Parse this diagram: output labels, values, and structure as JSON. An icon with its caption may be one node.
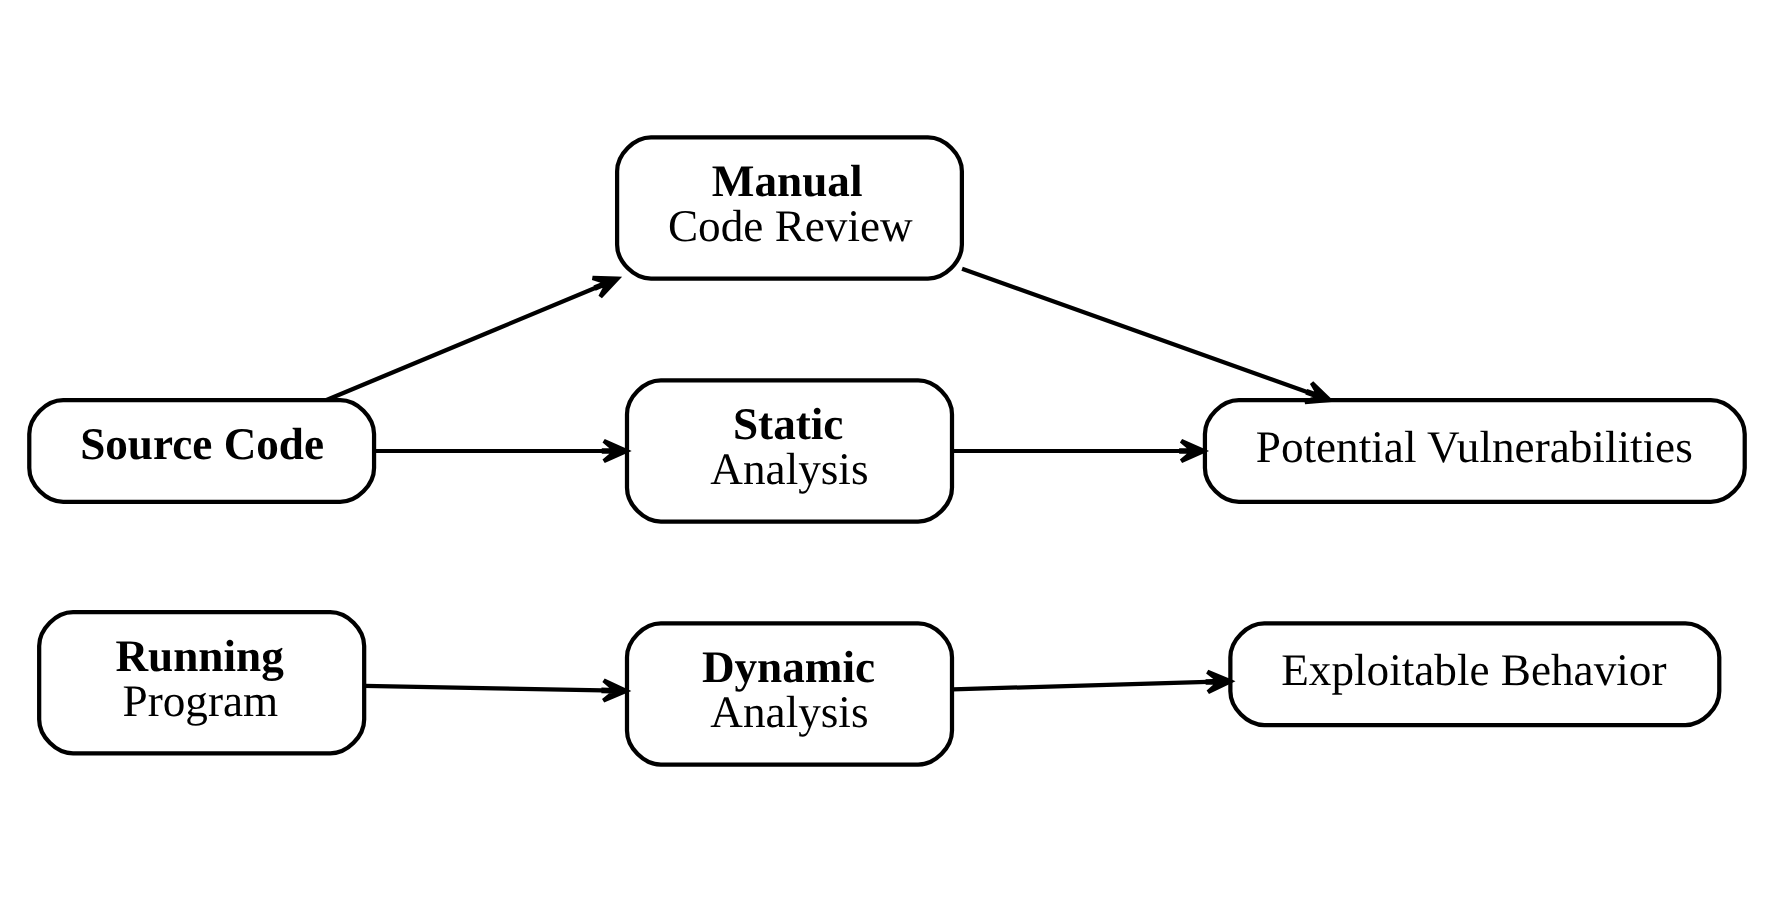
{
  "diagram": {
    "nodes": [
      {
        "text": [
          "Source Code"
        ]
      },
      {
        "text": [
          "Manual",
          "Code Review"
        ]
      },
      {
        "text": [
          "Potential Vulnerabilities"
        ]
      },
      {
        "text": [
          "Static",
          "Analysis"
        ]
      },
      {
        "text": [
          "Running",
          "Program"
        ]
      },
      {
        "text": [
          "Dynamic",
          "Analysis"
        ]
      },
      {
        "text": [
          "Exploitable Behavior"
        ]
      }
    ],
    "edges": [
      {
        "from": 0,
        "to": 1,
        "arrow": "to"
      },
      {
        "from": 1,
        "to": 2,
        "arrow": "to"
      },
      {
        "from": 0,
        "to": 3,
        "arrow": "to"
      },
      {
        "from": 3,
        "to": 2,
        "arrow": "to"
      },
      {
        "from": 4,
        "to": 5,
        "arrow": "to"
      },
      {
        "from": 5,
        "to": 6,
        "arrow": "to"
      }
    ]
  }
}
